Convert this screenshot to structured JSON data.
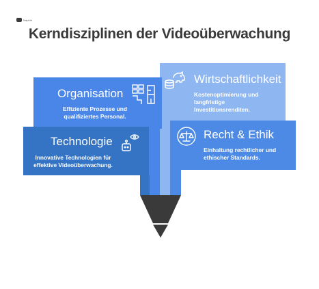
{
  "logo": {
    "text": "Napkin"
  },
  "title": "Kerndisziplinen der Videoüberwachung",
  "cards": {
    "organisation": {
      "title": "Organisation",
      "text": "Effiziente Prozesse und qualifiziertes Personal.",
      "icon": "floor-plan-icon",
      "color": "#4a86e8"
    },
    "wirtschaftlichkeit": {
      "title": "Wirtschaftlichkeit",
      "text": "Kostenoptimierung und langfristige Investitionsrenditen.",
      "icon": "piggy-bank-coins-icon",
      "color": "#8eb6f1"
    },
    "technologie": {
      "title": "Technologie",
      "text": "Innovative Technologien für effektive Videoüberwachung.",
      "icon": "robot-eye-icon",
      "color": "#3574c4"
    },
    "recht": {
      "title": "Recht & Ethik",
      "text": "Einhaltung rechtlicher und ethischer Standards.",
      "icon": "scales-icon",
      "color": "#4c8ae6"
    }
  },
  "funnel": {
    "tip_color": "#3a3a3a"
  }
}
